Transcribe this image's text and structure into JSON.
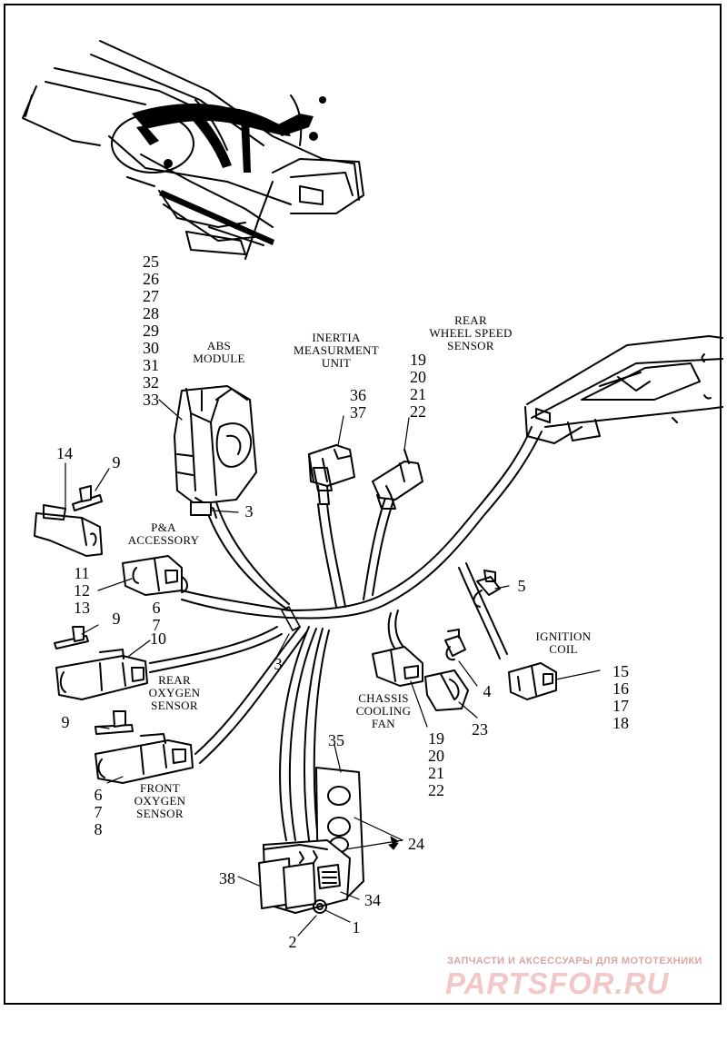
{
  "labels": {
    "abs_module": [
      "ABS",
      "MODULE"
    ],
    "inertia_unit": [
      "INERTIA",
      "MEASURMENT",
      "UNIT"
    ],
    "rear_wheel_speed": [
      "REAR",
      "WHEEL SPEED",
      "SENSOR"
    ],
    "pa_accessory": [
      "P&A",
      "ACCESSORY"
    ],
    "ignition_coil": [
      "IGNITION",
      "COIL"
    ],
    "rear_oxygen": [
      "REAR",
      "OXYGEN",
      "SENSOR"
    ],
    "chassis_fan": [
      "CHASSIS",
      "COOLING",
      "FAN"
    ],
    "front_oxygen": [
      "FRONT",
      "OXYGEN",
      "SENSOR"
    ]
  },
  "callouts": {
    "abs_group": [
      "25",
      "26",
      "27",
      "28",
      "29",
      "30",
      "31",
      "32",
      "33"
    ],
    "imu_group": [
      "36",
      "37"
    ],
    "wheel_speed_group": [
      "19",
      "20",
      "21",
      "22"
    ],
    "connector_14": [
      "14"
    ],
    "clip_9_top": [
      "9"
    ],
    "abs_3": [
      "3"
    ],
    "pa_group": [
      "11",
      "12",
      "13"
    ],
    "clip_5": [
      "5"
    ],
    "clip_9_mid": [
      "9"
    ],
    "group_6_7_a": [
      "6",
      "7"
    ],
    "rear_o2_10": [
      "10"
    ],
    "tie_3": [
      "3"
    ],
    "clip_4": [
      "4"
    ],
    "ignition_group": [
      "15",
      "16",
      "17",
      "18"
    ],
    "clip_9_low": [
      "9"
    ],
    "fan_23": [
      "23"
    ],
    "fan_group": [
      "19",
      "20",
      "21",
      "22"
    ],
    "bracket_35": [
      "35"
    ],
    "relay_24": [
      "24"
    ],
    "front_o2_group": [
      "6",
      "7",
      "8"
    ],
    "relay_38": [
      "38"
    ],
    "relay_34": [
      "34"
    ],
    "screw_1": [
      "1"
    ],
    "washer_2": [
      "2"
    ]
  },
  "watermark": {
    "line1": "ЗАПЧАСТИ И АКСЕССУАРЫ ДЛЯ МОТОТЕХНИКИ",
    "line2": "PARTSFOR.RU"
  }
}
